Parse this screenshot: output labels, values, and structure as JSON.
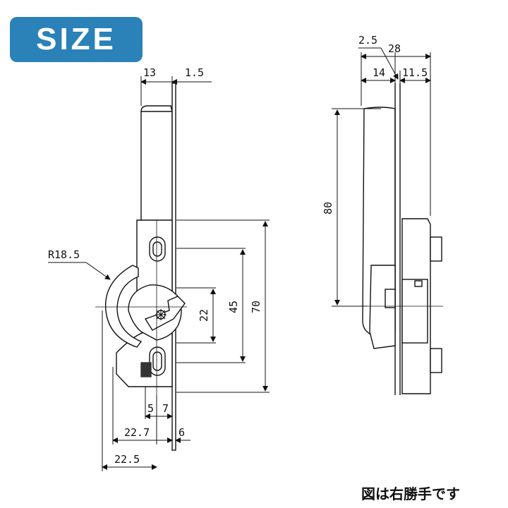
{
  "badge": {
    "text": "SIZE",
    "color": "#2a82b8"
  },
  "front_view": {
    "dim_top_width": "13",
    "dim_top_gap": "1.5",
    "dim_radius": "R18.5",
    "dim_22": "22",
    "dim_45": "45",
    "dim_70": "70",
    "dim_5": "5",
    "dim_7": "7",
    "dim_22_7": "22.7",
    "dim_6": "6",
    "dim_22_5": "22.5"
  },
  "side_view": {
    "dim_2_5": "2.5",
    "dim_28": "28",
    "dim_14": "14",
    "dim_11_5": "11.5",
    "dim_80": "80"
  },
  "note": "図は右勝手です"
}
